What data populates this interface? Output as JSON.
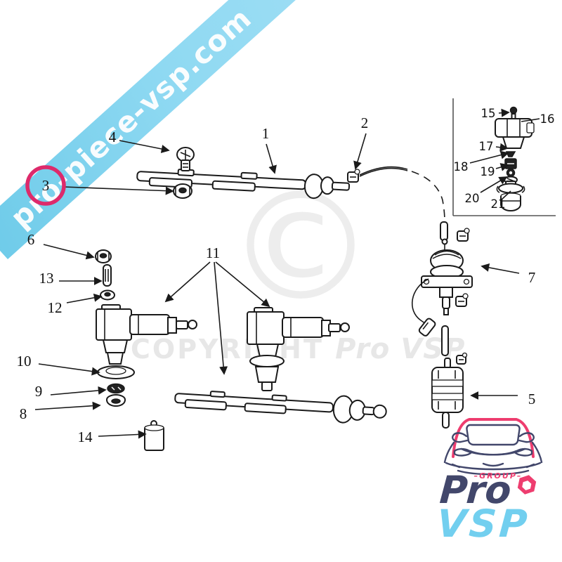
{
  "banner": {
    "text": "pro-piece-vsp.com"
  },
  "watermarks": {
    "symbol": "©",
    "copyright": "COPYRIGHT",
    "brand": "Pro VSP"
  },
  "highlight": {
    "highlighted_part": "3",
    "circle_color": "#dd2a6b"
  },
  "parts": [
    {
      "num": "1"
    },
    {
      "num": "2"
    },
    {
      "num": "3"
    },
    {
      "num": "4"
    },
    {
      "num": "5"
    },
    {
      "num": "6"
    },
    {
      "num": "7"
    },
    {
      "num": "8"
    },
    {
      "num": "9"
    },
    {
      "num": "10"
    },
    {
      "num": "11"
    },
    {
      "num": "12"
    },
    {
      "num": "13"
    },
    {
      "num": "14"
    },
    {
      "num": "15"
    },
    {
      "num": "16"
    },
    {
      "num": "17"
    },
    {
      "num": "18"
    },
    {
      "num": "19"
    },
    {
      "num": "20"
    },
    {
      "num": "21"
    }
  ],
  "logo": {
    "group": "–GROUP–",
    "pro": "Pro",
    "vsp": "VSP",
    "navy": "#42476b",
    "pink": "#ee3d6f",
    "blue": "#72cfef"
  },
  "colors": {
    "banner_blue": "#8fd9f2",
    "line_art": "#1a1a1a",
    "watermark_gray": "#e7e7e7"
  }
}
